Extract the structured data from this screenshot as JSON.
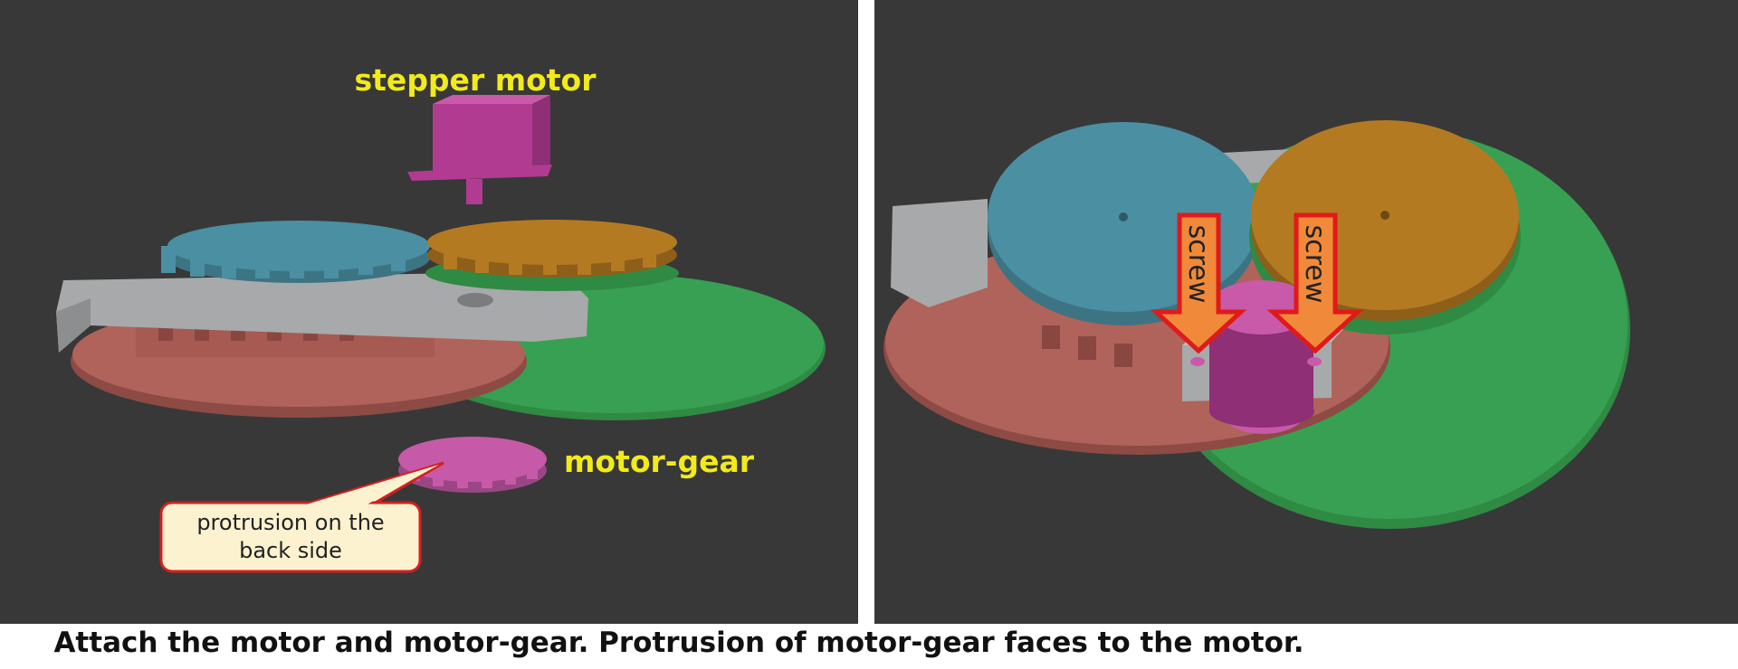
{
  "left_panel": {
    "label_stepper_motor": "stepper motor",
    "label_motor_gear": "motor-gear",
    "callout_line1": "protrusion on the",
    "callout_line2": "back side"
  },
  "right_panel": {
    "arrow_label_1": "screw",
    "arrow_label_2": "screw"
  },
  "caption": "Attach the motor and motor-gear. Protrusion of motor-gear faces to the motor.",
  "colors": {
    "background": "#383838",
    "label": "#f2ea1a",
    "blue_gear": "#4b8fa3",
    "orange_gear": "#b47a22",
    "green_disc": "#2f8a44",
    "red_plate": "#b0635a",
    "gray_bracket": "#a7a9ab",
    "magenta_motor": "#b13b91",
    "pink_gear": "#c65aa8",
    "arrow_fill": "#f08a3a",
    "arrow_stroke": "#e01a1a",
    "callout_fill": "#fdf2cf",
    "callout_stroke": "#d42020"
  }
}
